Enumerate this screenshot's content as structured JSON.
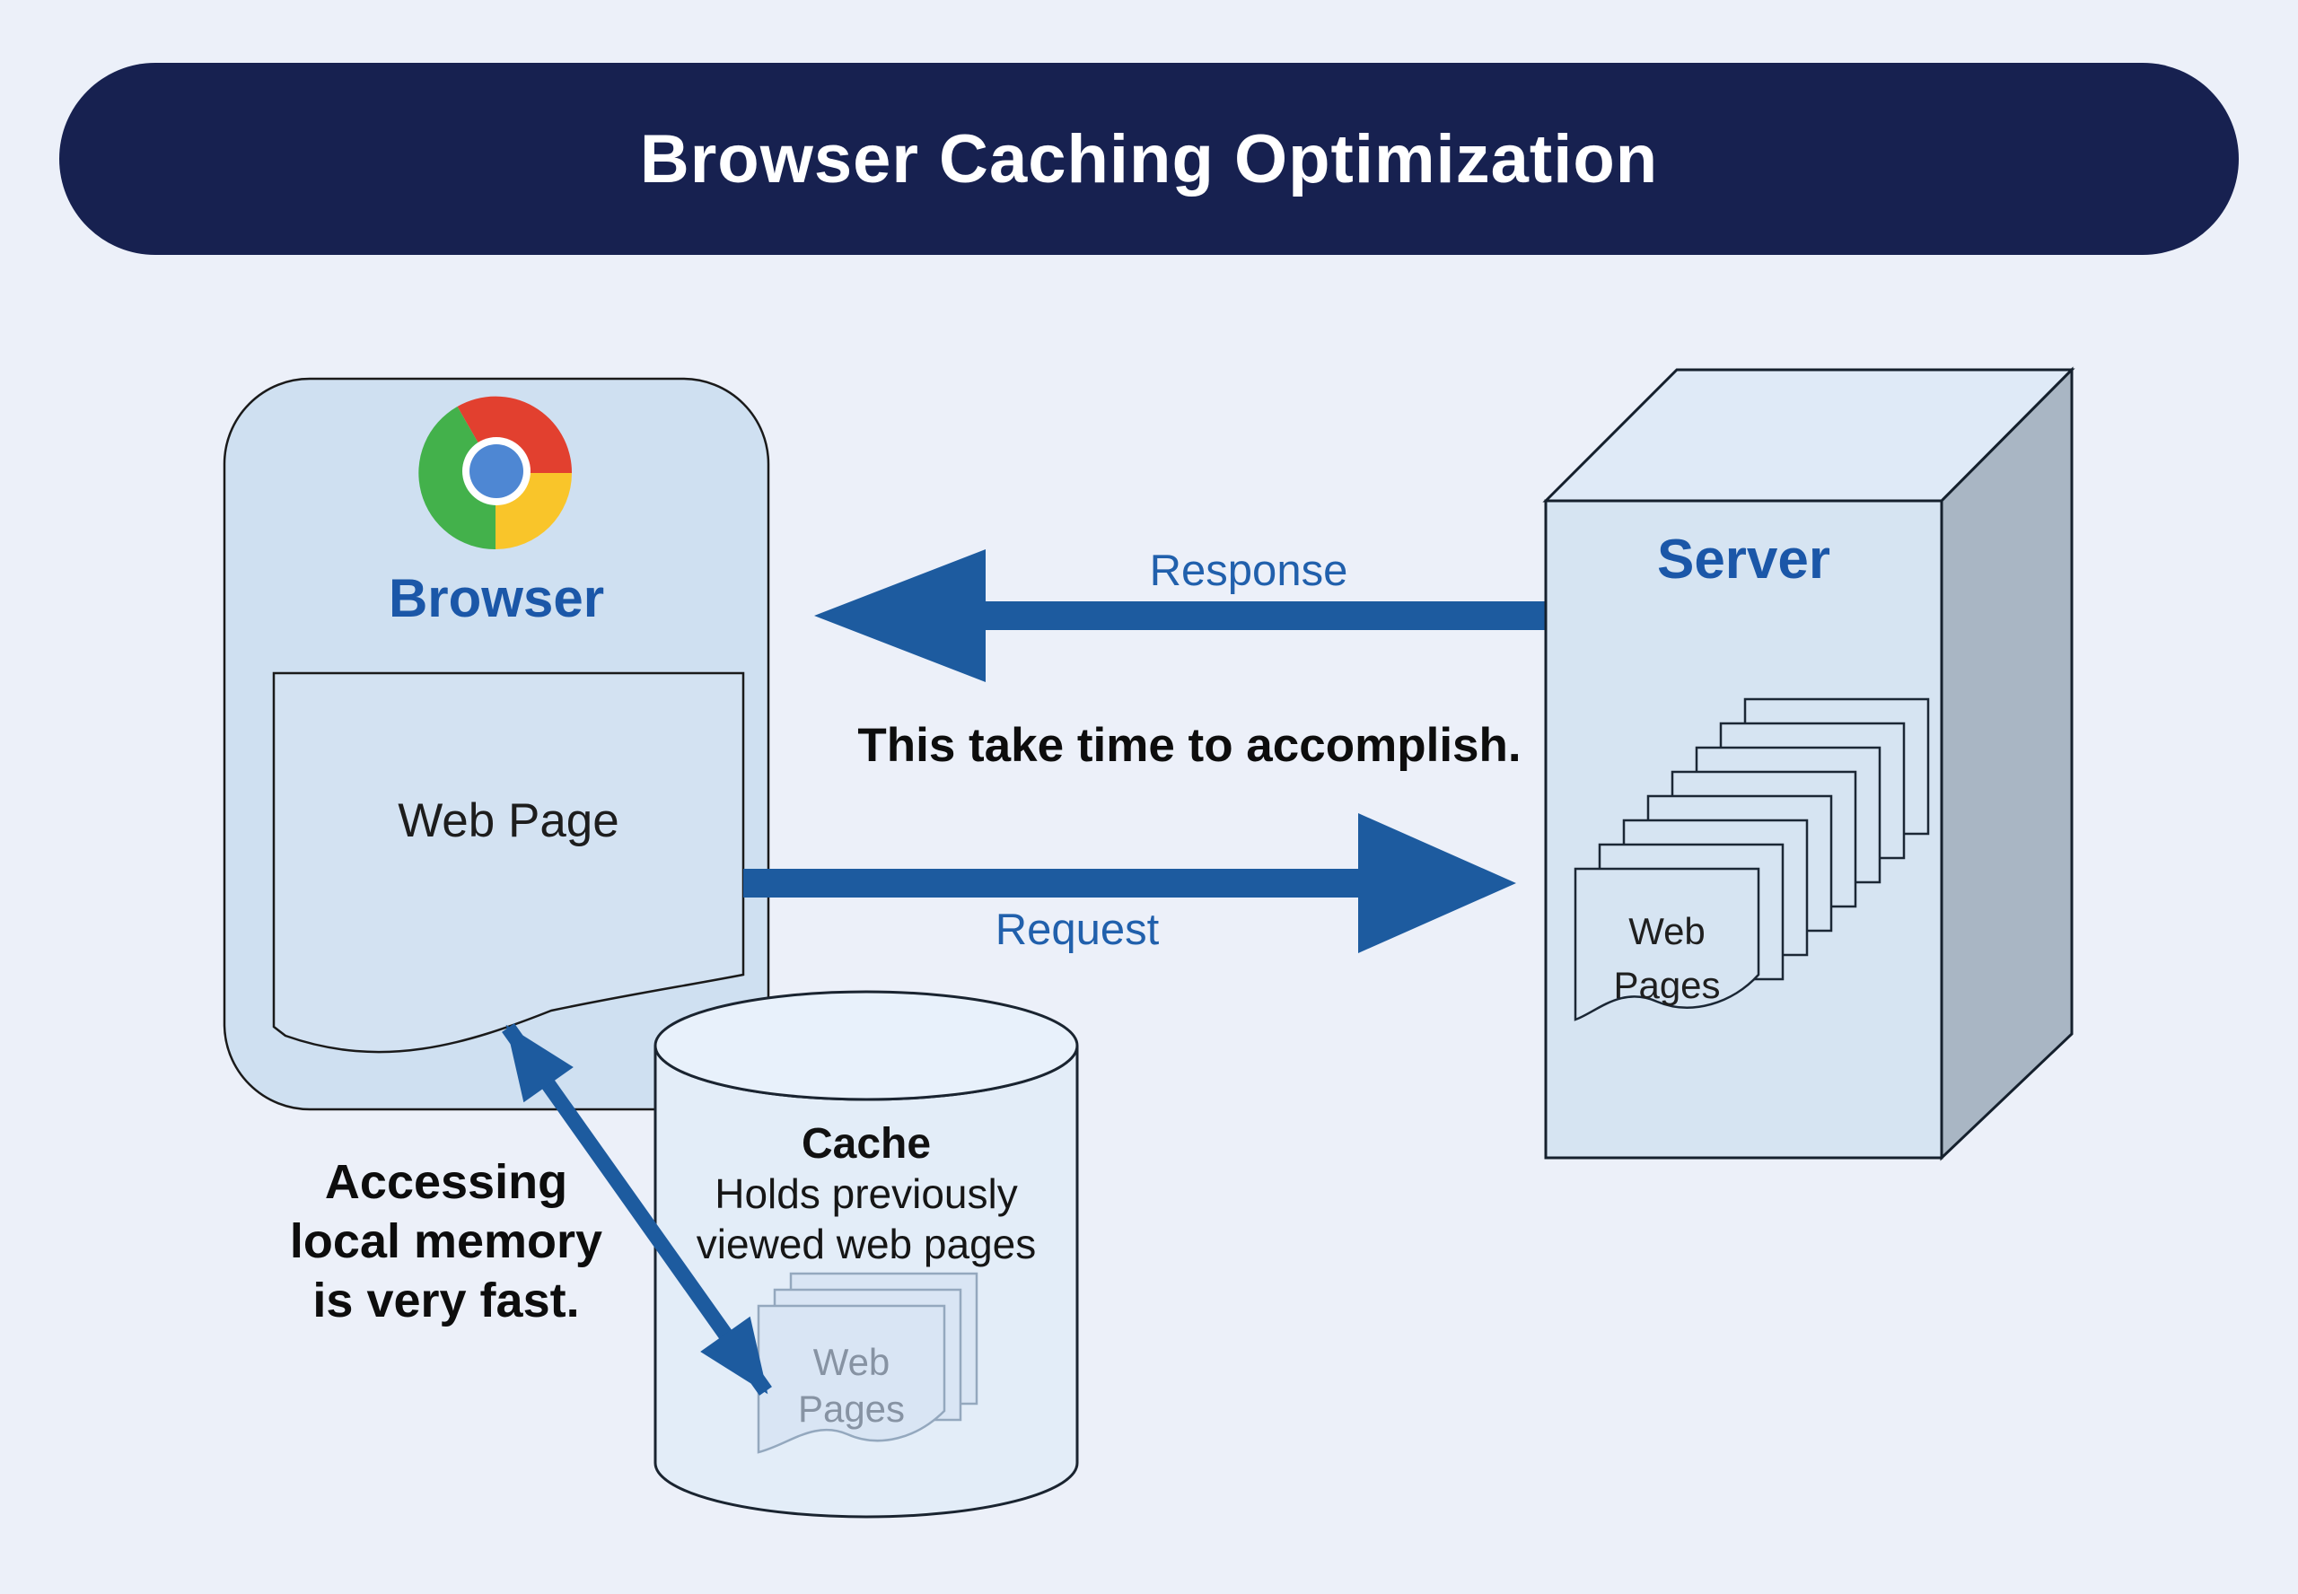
{
  "title": "Browser Caching Optimization",
  "browser": {
    "label": "Browser",
    "icon": "chrome-browser-logo",
    "web_page_label": "Web Page"
  },
  "server": {
    "label": "Server",
    "pages_line1": "Web",
    "pages_line2": "Pages"
  },
  "cache": {
    "title": "Cache",
    "subtitle_line1": "Holds previously",
    "subtitle_line2": "viewed web pages",
    "pages_line1": "Web",
    "pages_line2": "Pages"
  },
  "arrows": {
    "response_label": "Response",
    "request_label": "Request"
  },
  "notes": {
    "roundtrip": "This take time to accomplish.",
    "cache_line1": "Accessing",
    "cache_line2": "local memory",
    "cache_line3": "is very fast."
  },
  "colors": {
    "page_background": "#ecf0f9",
    "title_bar": "#172150",
    "title_text": "#ffffff",
    "node_fill": "#cfe0f1",
    "server_front_fill": "#d6e4f2",
    "server_top_fill": "#dfeaf7",
    "server_side_fill": "#a9b6c4",
    "cylinder_fill": "#e3edf8",
    "cache_page_fill": "#d9e5f4",
    "cache_page_stroke": "#94a8be",
    "outline": "#1a2430",
    "arrow_blue": "#1d5b9f",
    "label_blue": "#2160ac",
    "node_label_blue": "#1b57a8",
    "chrome_red": "#e2402f",
    "chrome_green": "#43b14b",
    "chrome_yellow": "#f9c52a",
    "chrome_blue": "#4e87d3"
  }
}
